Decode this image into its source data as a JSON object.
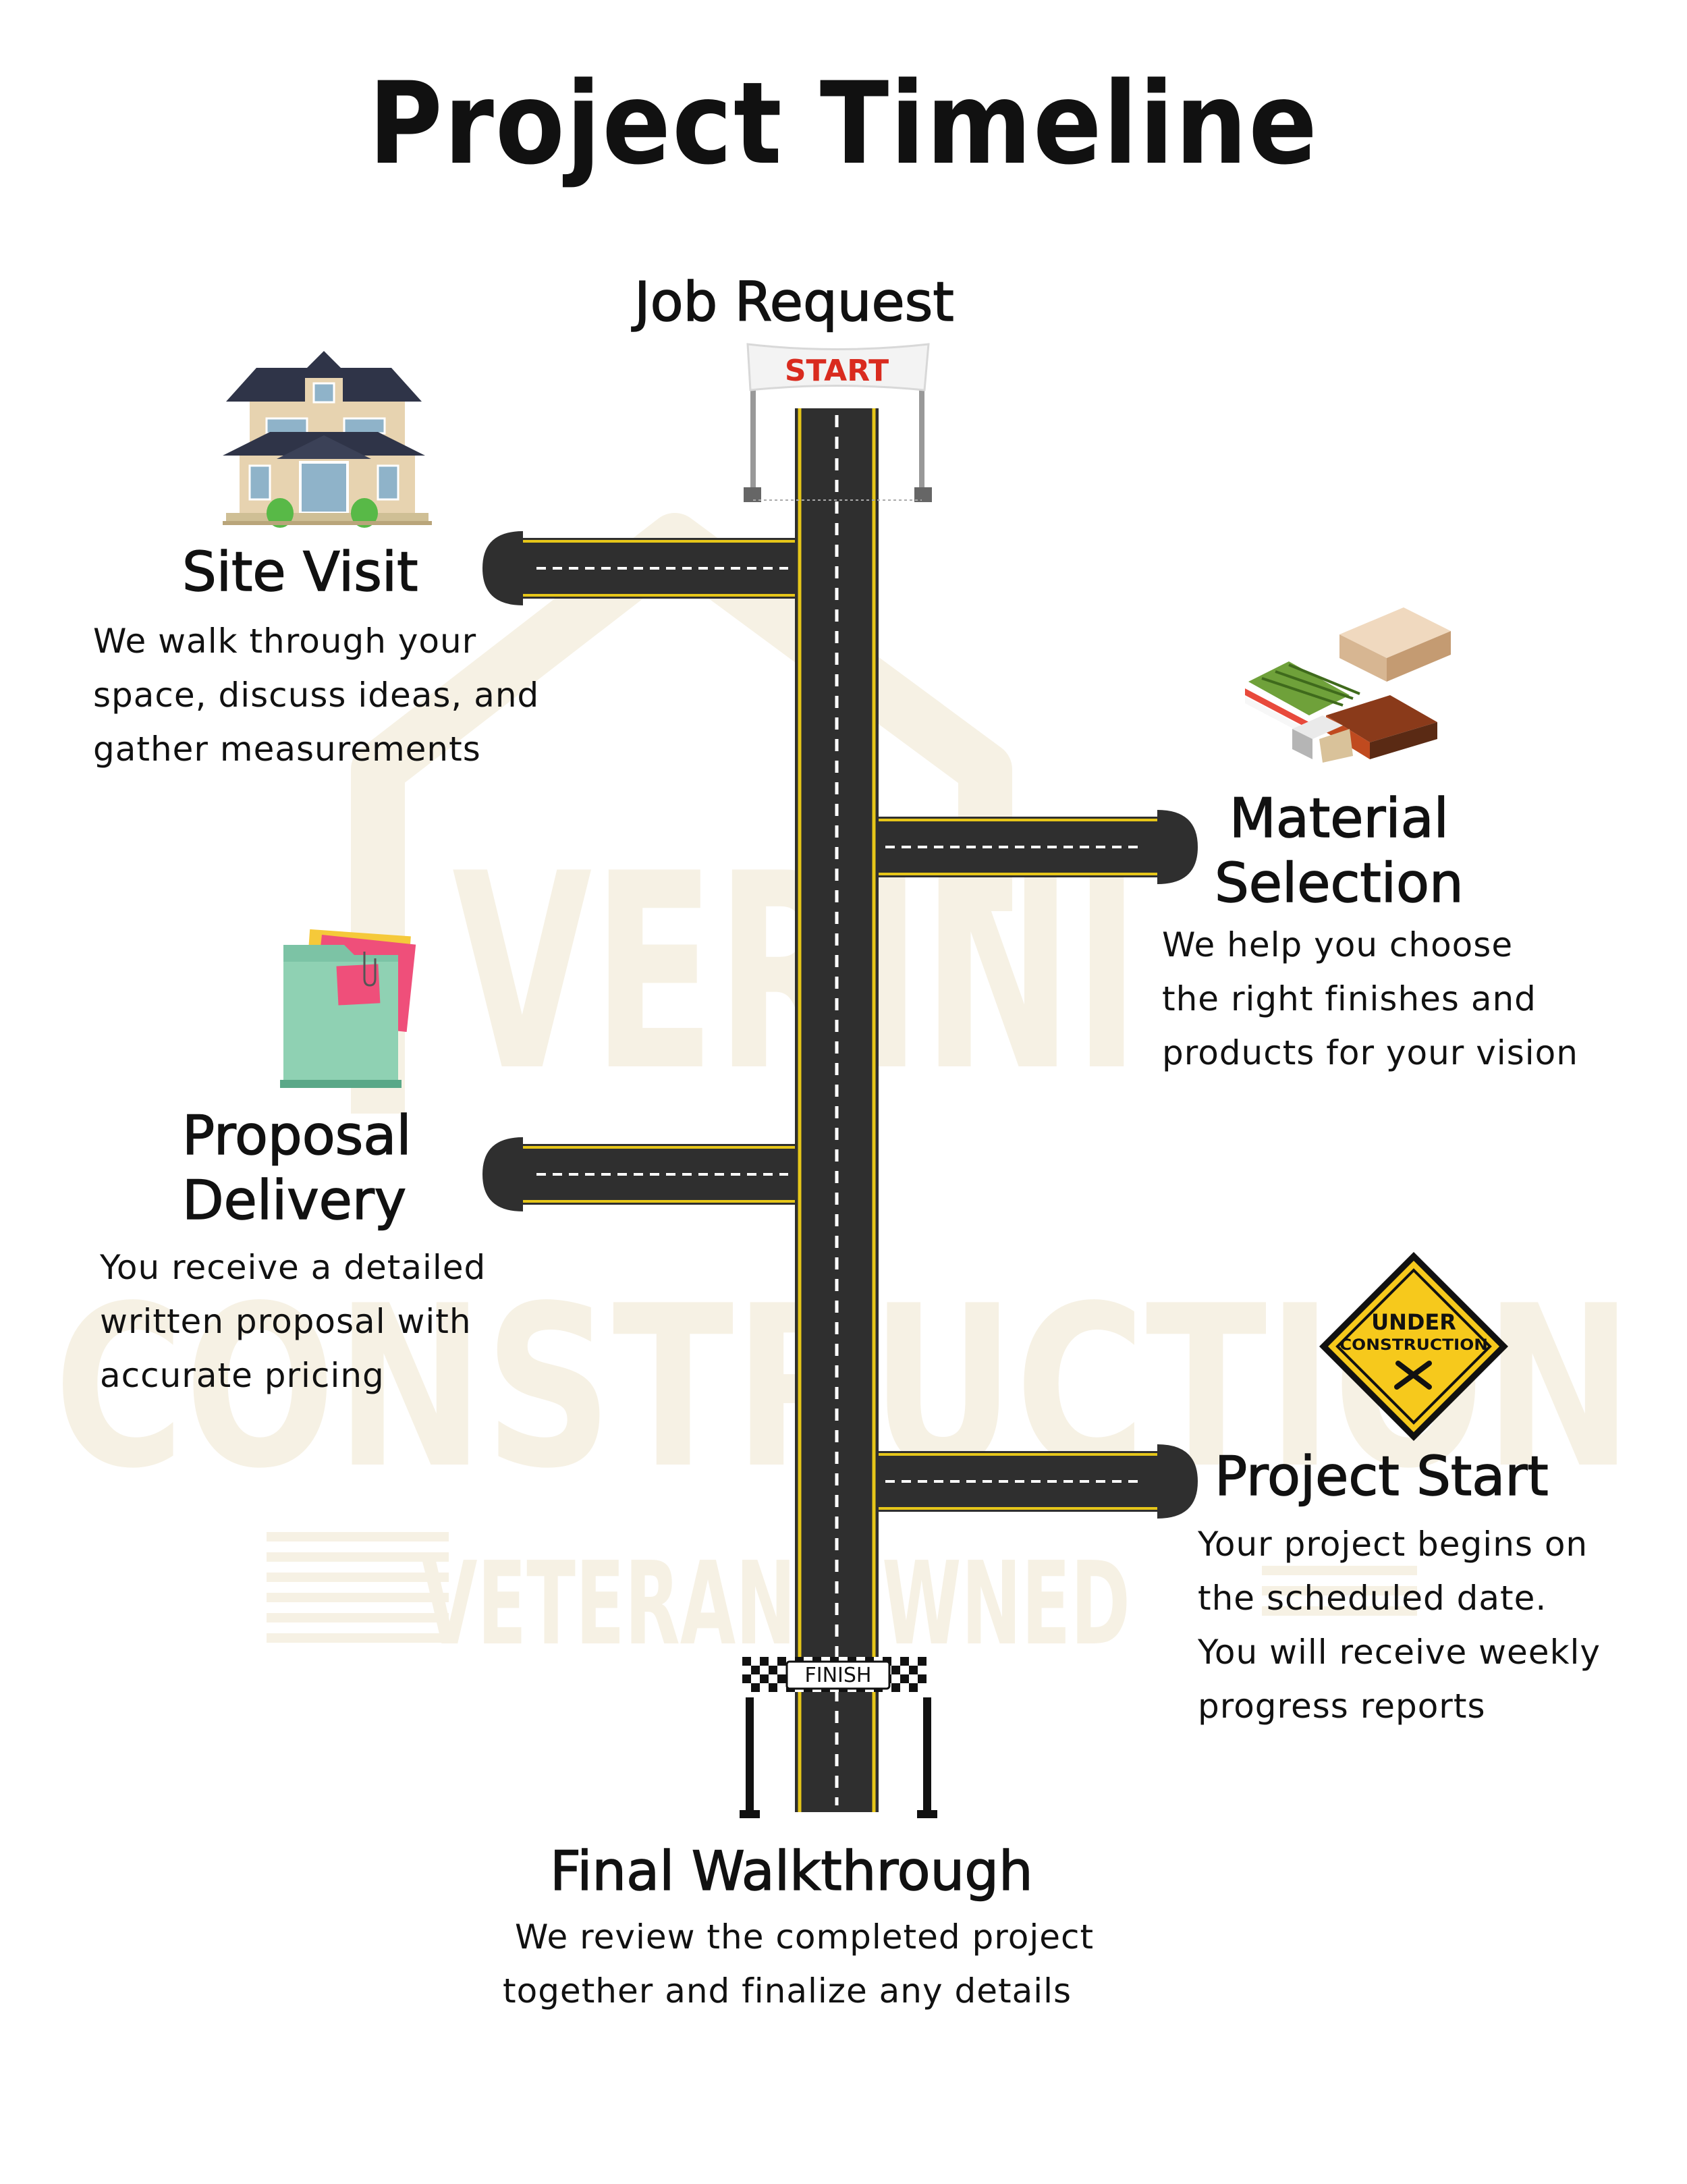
{
  "title": "Project Timeline",
  "watermark": {
    "line1": "VERINI",
    "line2": "CONSTRUCTION",
    "line3": "VETERAN OWNED"
  },
  "banners": {
    "start": "START",
    "finish": "FINISH"
  },
  "sign": {
    "line1": "UNDER",
    "line2": "CONSTRUCTION"
  },
  "steps": [
    {
      "heading": "Job Request",
      "lines": []
    },
    {
      "heading": "Site Visit",
      "lines": [
        "We walk through your",
        "space, discuss ideas, and",
        "gather measurements"
      ]
    },
    {
      "heading_lines": [
        "Material",
        "Selection"
      ],
      "lines": [
        "We help you choose",
        "the right finishes and",
        "products for your vision"
      ]
    },
    {
      "heading_lines": [
        "Proposal",
        "Delivery"
      ],
      "lines": [
        "You receive a detailed",
        "written proposal with",
        "accurate pricing"
      ]
    },
    {
      "heading": "Project Start",
      "lines": [
        "Your project begins on",
        "the scheduled date.",
        "You will receive weekly",
        "progress reports"
      ]
    },
    {
      "heading": "Final Walkthrough",
      "lines": [
        "We review the completed project",
        "together and finalize any details"
      ]
    }
  ],
  "colors": {
    "road": "#2f2f2f",
    "road_edge": "#e6c619",
    "dash": "#ffffff",
    "watermark": "#f6f1e4",
    "start_text": "#d92b1f",
    "sign_yellow": "#f6c91c"
  },
  "icons": [
    "house-icon",
    "material-samples-icon",
    "folder-notes-icon",
    "under-construction-sign-icon"
  ]
}
